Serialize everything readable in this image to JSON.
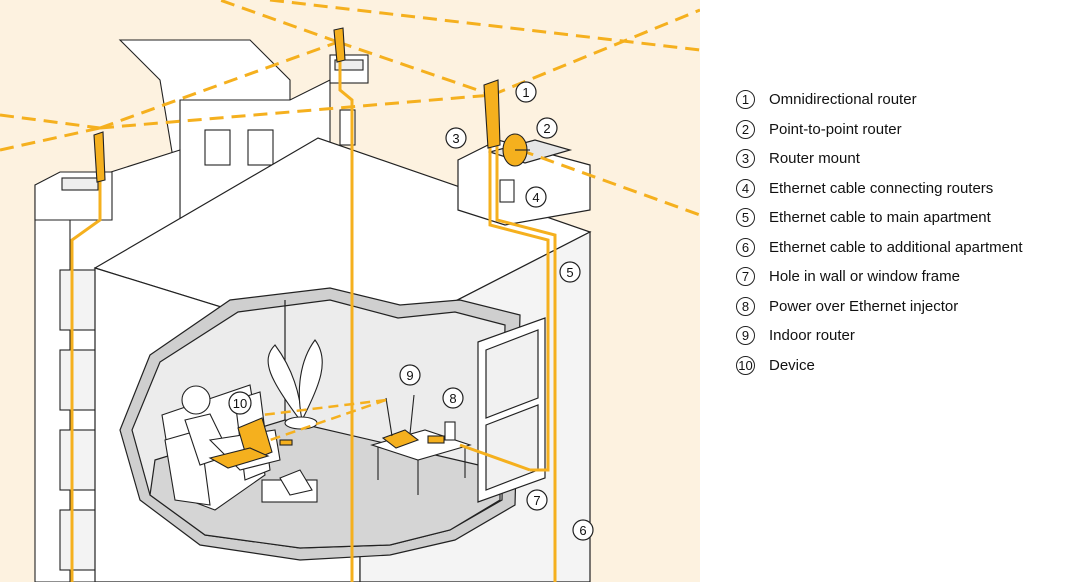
{
  "legend": [
    {
      "num": "1",
      "label": "Omnidirectional router"
    },
    {
      "num": "2",
      "label": "Point-to-point router"
    },
    {
      "num": "3",
      "label": "Router mount"
    },
    {
      "num": "4",
      "label": "Ethernet cable connecting routers"
    },
    {
      "num": "5",
      "label": "Ethernet cable to main apartment"
    },
    {
      "num": "6",
      "label": "Ethernet cable to additional apartment"
    },
    {
      "num": "7",
      "label": "Hole in wall or window frame"
    },
    {
      "num": "8",
      "label": "Power over Ethernet injector"
    },
    {
      "num": "9",
      "label": "Indoor router"
    },
    {
      "num": "10",
      "label": "Device"
    }
  ],
  "callouts": [
    "1",
    "2",
    "3",
    "4",
    "5",
    "6",
    "7",
    "8",
    "9",
    "10"
  ],
  "colors": {
    "sky": "#fdf2e0",
    "accent": "#f5b01e",
    "outline": "#222222",
    "wall": "#ffffff",
    "interior": "#ececec",
    "floor": "#d2d2d2"
  }
}
